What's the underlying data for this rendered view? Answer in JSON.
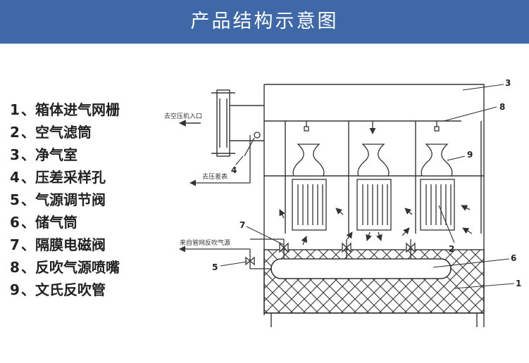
{
  "header": {
    "title": "产品结构示意图"
  },
  "legend": [
    {
      "num": "1",
      "sep": "、",
      "label": "箱体进气网栅"
    },
    {
      "num": "2",
      "sep": "、",
      "label": "空气滤筒"
    },
    {
      "num": "3",
      "sep": "、",
      "label": "净气室"
    },
    {
      "num": "4",
      "sep": "、",
      "label": "压差采样孔"
    },
    {
      "num": "5",
      "sep": "、",
      "label": "气源调节阀"
    },
    {
      "num": "6",
      "sep": "、",
      "label": "储气筒"
    },
    {
      "num": "7",
      "sep": "、",
      "label": "隔膜电磁阀"
    },
    {
      "num": "8",
      "sep": "、",
      "label": "反吹气源喷嘴"
    },
    {
      "num": "9",
      "sep": "、",
      "label": "文氏反吹管"
    }
  ],
  "diagram": {
    "outlet_label": "去空压机入口",
    "pressure_label": "去压差表",
    "air_supply_label": "来自管网反吹气源",
    "callouts": [
      "3",
      "8",
      "9",
      "4",
      "7",
      "2",
      "6",
      "5",
      "1"
    ]
  },
  "colors": {
    "banner": "#3f68a8",
    "line": "#333333"
  }
}
